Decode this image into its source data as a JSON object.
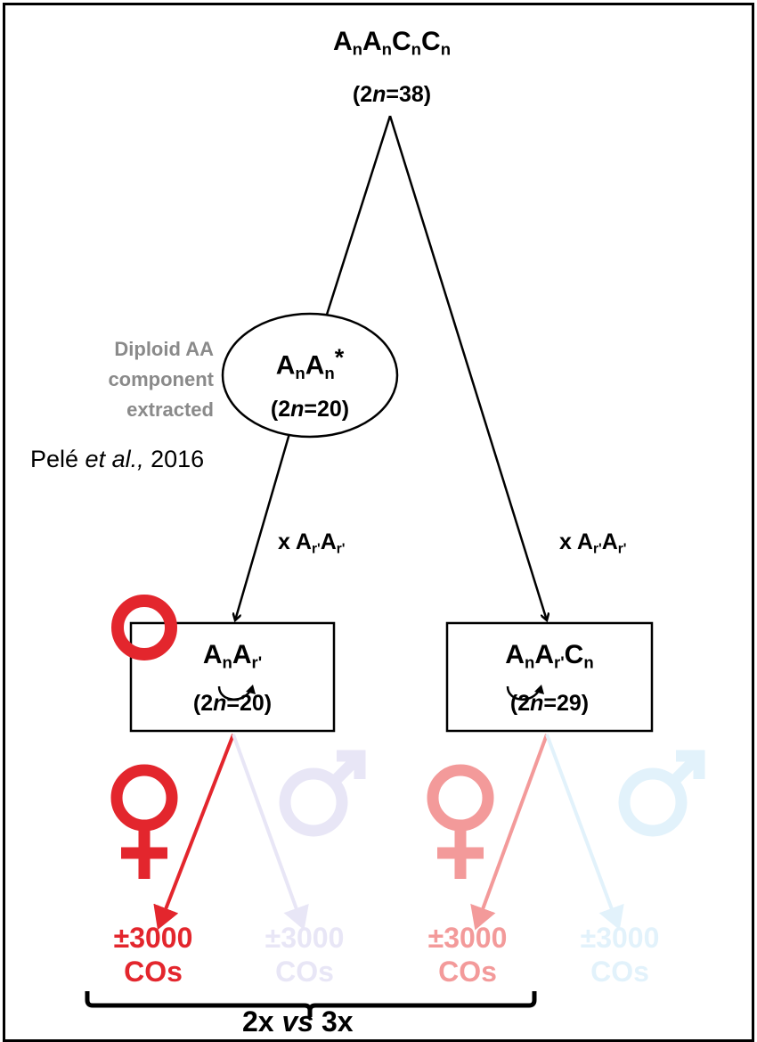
{
  "top_genome": {
    "letters": [
      "A",
      "n",
      "A",
      "n",
      "C",
      "n",
      "C",
      "n"
    ],
    "chromosomes_prefix": "(2",
    "chromosomes_n": "n",
    "chromosomes_suffix": "=38)"
  },
  "diploid_node": {
    "letters": [
      "A",
      "n",
      "A",
      "n"
    ],
    "suffix": "*",
    "chromosomes_prefix": "(2",
    "chromosomes_n": "n",
    "chromosomes_suffix": "=20)"
  },
  "side_note": {
    "lines": [
      "Diploid AA",
      "component",
      "extracted"
    ],
    "color": "#8a8a8a"
  },
  "reference": {
    "author": "Pelé ",
    "etal": "et al.,",
    "year": " 2016"
  },
  "cross_left": {
    "prefix": "x ",
    "letters": [
      "A",
      "r'",
      "A",
      "r'"
    ]
  },
  "cross_right": {
    "prefix": "x ",
    "letters": [
      "A",
      "r'",
      "A",
      "r'"
    ]
  },
  "left_hybrid": {
    "letters": [
      "A",
      "n",
      "A",
      "r'"
    ],
    "chromosomes_prefix": "(2",
    "chromosomes_n": "n",
    "chromosomes_suffix": "=20)"
  },
  "right_hybrid": {
    "letters": [
      "A",
      "n",
      "A",
      "r'",
      "C",
      "n"
    ],
    "chromosomes_prefix": "(2",
    "chromosomes_n": "n",
    "chromosomes_suffix": "=29)"
  },
  "counts": [
    {
      "value": "±3000",
      "unit": "COs",
      "color": "#e3262d"
    },
    {
      "value": "±3000",
      "unit": "COs",
      "color": "#e8e6f6"
    },
    {
      "value": "±3000",
      "unit": "COs",
      "color": "#f39a9a"
    },
    {
      "value": "±3000",
      "unit": "COs",
      "color": "#e2f2fb"
    }
  ],
  "symbols": [
    {
      "icon": "female-symbol-icon",
      "color": "#e3262d"
    },
    {
      "icon": "male-symbol-icon",
      "color": "#e8e6f6"
    },
    {
      "icon": "female-symbol-icon",
      "color": "#f39a9a"
    },
    {
      "icon": "male-symbol-icon",
      "color": "#e2f2fb"
    }
  ],
  "conclusion": {
    "left": "2x ",
    "vs": "vs",
    "right": " 3x"
  }
}
